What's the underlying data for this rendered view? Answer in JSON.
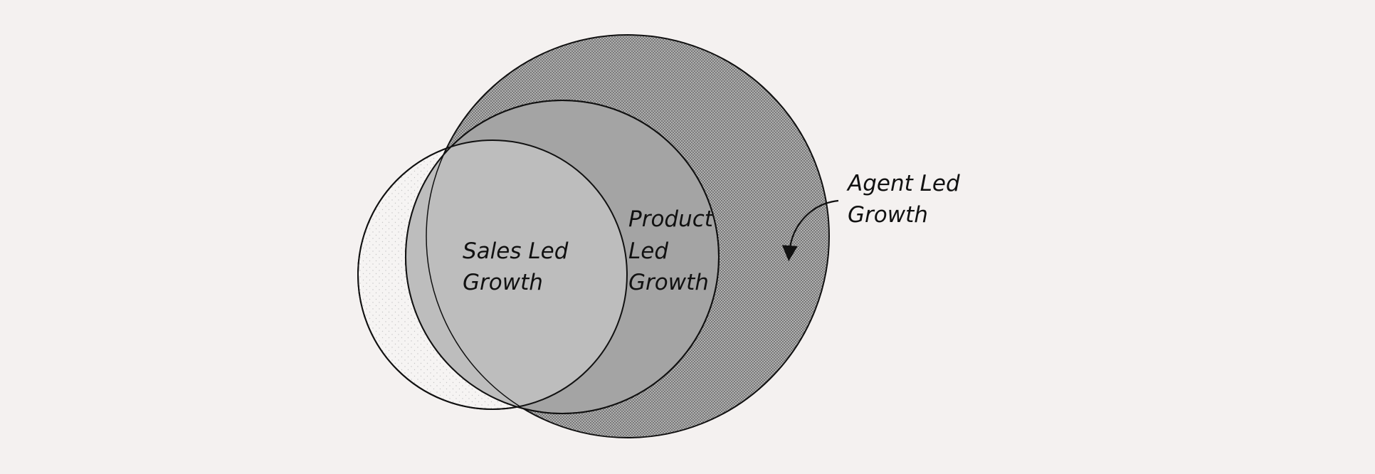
{
  "diagram": {
    "labels": {
      "sales_line1": "Sales Led",
      "sales_line2": "Growth",
      "product_line1": "Product",
      "product_line2": "Led",
      "product_line3": "Growth",
      "agent_line1": "Agent Led",
      "agent_line2": "Growth"
    },
    "colors": {
      "background": "#f4f1f0",
      "agent_fill": "#b9b9b9",
      "product_fill": "#a4a4a4",
      "sales_fill": "#bdbdbd",
      "sales_outer_fill": "#f6f4f3",
      "outline": "#111111"
    }
  }
}
